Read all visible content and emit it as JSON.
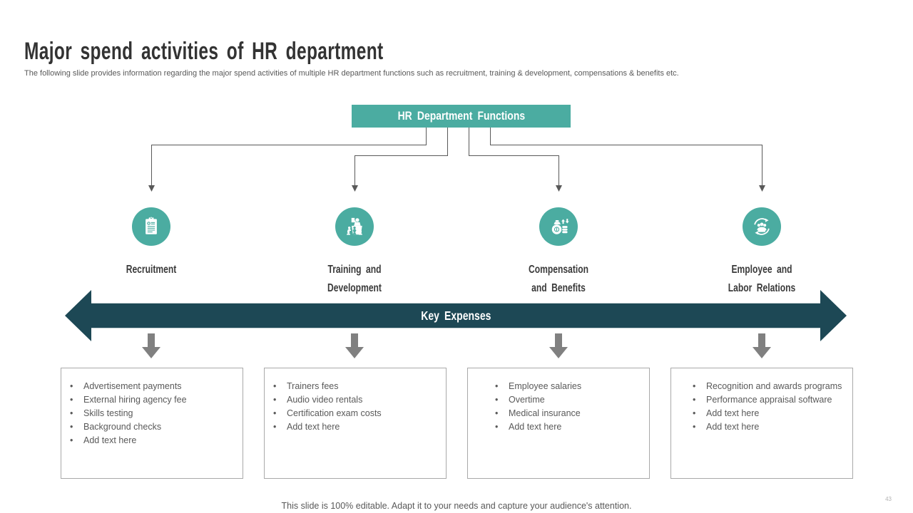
{
  "slide": {
    "title": "Major spend activities of HR department",
    "subtitle": "The following slide provides information regarding the major spend activities of multiple HR department functions such as recruitment, training & development, compensations & benefits etc.",
    "footer": "This slide is 100% editable. Adapt it to your needs and capture your audience's attention.",
    "page_number": "43"
  },
  "diagram": {
    "root_label": "HR Department Functions",
    "banner_label": "Key Expenses",
    "columns": [
      {
        "label": "Recruitment",
        "label_lines": [
          "Recruitment"
        ],
        "icon": "clipboard-checklist-icon",
        "expenses": [
          "Advertisement payments",
          "External hiring agency fee",
          "Skills testing",
          "Background checks",
          "Add text here"
        ]
      },
      {
        "label": "Training and Development",
        "label_lines": [
          "Training and",
          "Development"
        ],
        "icon": "presenter-audience-icon",
        "expenses": [
          "Trainers fees",
          "Audio video rentals",
          "Certification exam costs",
          "Add text here"
        ]
      },
      {
        "label": "Compensation and Benefits",
        "label_lines": [
          "Compensation",
          "and Benefits"
        ],
        "icon": "money-bag-coins-icon",
        "expenses": [
          "Employee salaries",
          "Overtime",
          "Medical insurance",
          "Add text here"
        ]
      },
      {
        "label": "Employee and Labor Relations",
        "label_lines": [
          "Employee and",
          "Labor Relations"
        ],
        "icon": "people-circular-arrows-icon",
        "expenses": [
          "Recognition and awards programs",
          "Performance appraisal software",
          "Add text here",
          "Add text here"
        ]
      }
    ]
  },
  "colors": {
    "teal": "#4BACA1",
    "dark": "#1D4855",
    "arrow_gray": "#808080",
    "line": "#595959",
    "text": "#595959",
    "box_border": "#A9A9A9",
    "page_num": "#B3B3B3"
  }
}
